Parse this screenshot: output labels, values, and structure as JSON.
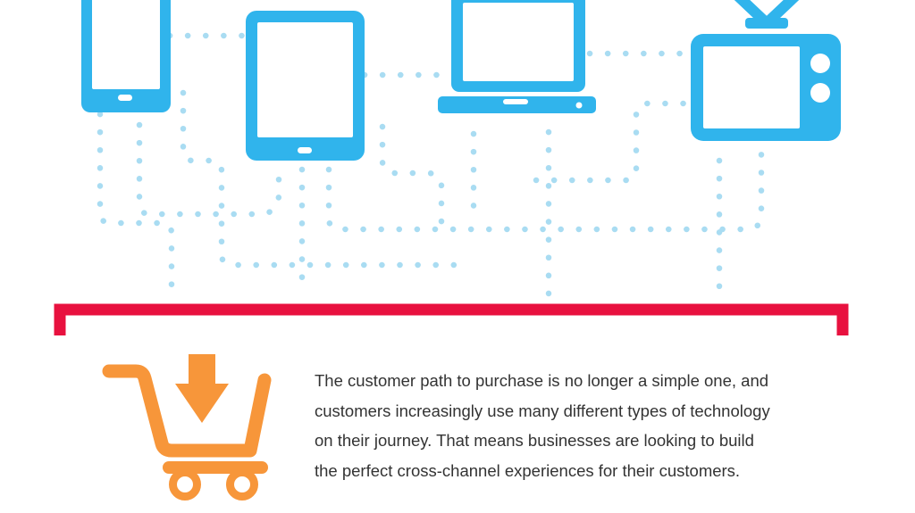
{
  "colors": {
    "device_blue": "#30b4ec",
    "connector_dots": "#a9dcf2",
    "bracket_red": "#e8113f",
    "cart_orange": "#f7963a"
  },
  "icons": [
    "smartphone-icon",
    "tablet-icon",
    "laptop-icon",
    "television-icon",
    "shopping-cart-download-icon"
  ],
  "description": {
    "lines": [
      "The customer path to purchase is no longer a simple one, and",
      "customers increasingly use many different types of technology",
      "on their journey. That means businesses are looking to build",
      "the perfect cross-channel experiences for their customers."
    ]
  }
}
